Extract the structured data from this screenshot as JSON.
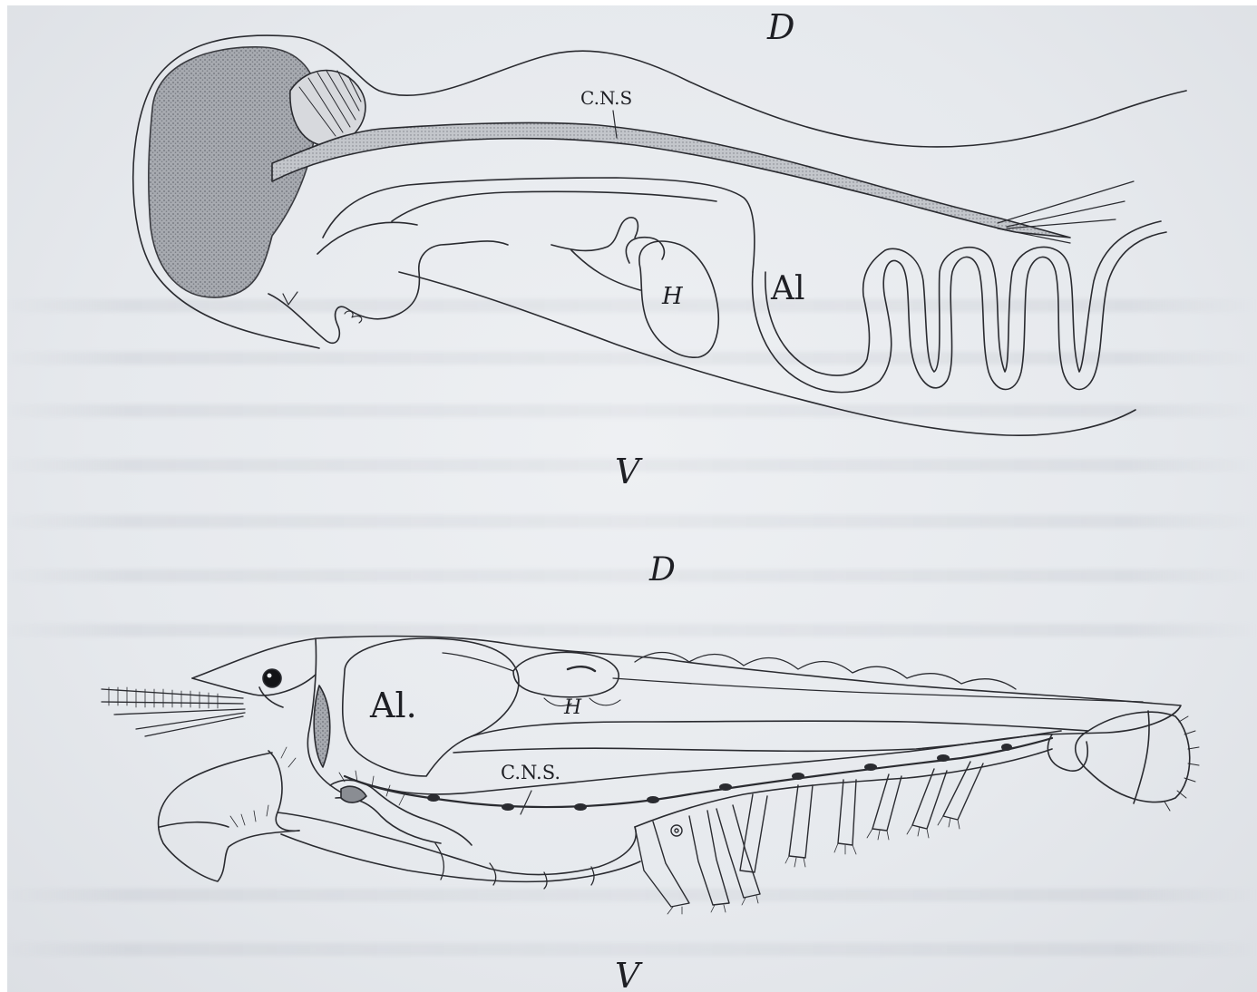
{
  "figure_top": {
    "dorsal_label": "D",
    "ventral_label": "V",
    "cns_label": "C.N.S",
    "heart_label": "H",
    "gut_label": "Al"
  },
  "figure_bottom": {
    "dorsal_label": "D",
    "ventral_label": "V",
    "cns_label": "C.N.S.",
    "heart_label": "H",
    "gut_label": "Al."
  },
  "colors": {
    "paper": "#e9ebee",
    "ink": "#2a2b30",
    "stipple": "#8d9096"
  }
}
